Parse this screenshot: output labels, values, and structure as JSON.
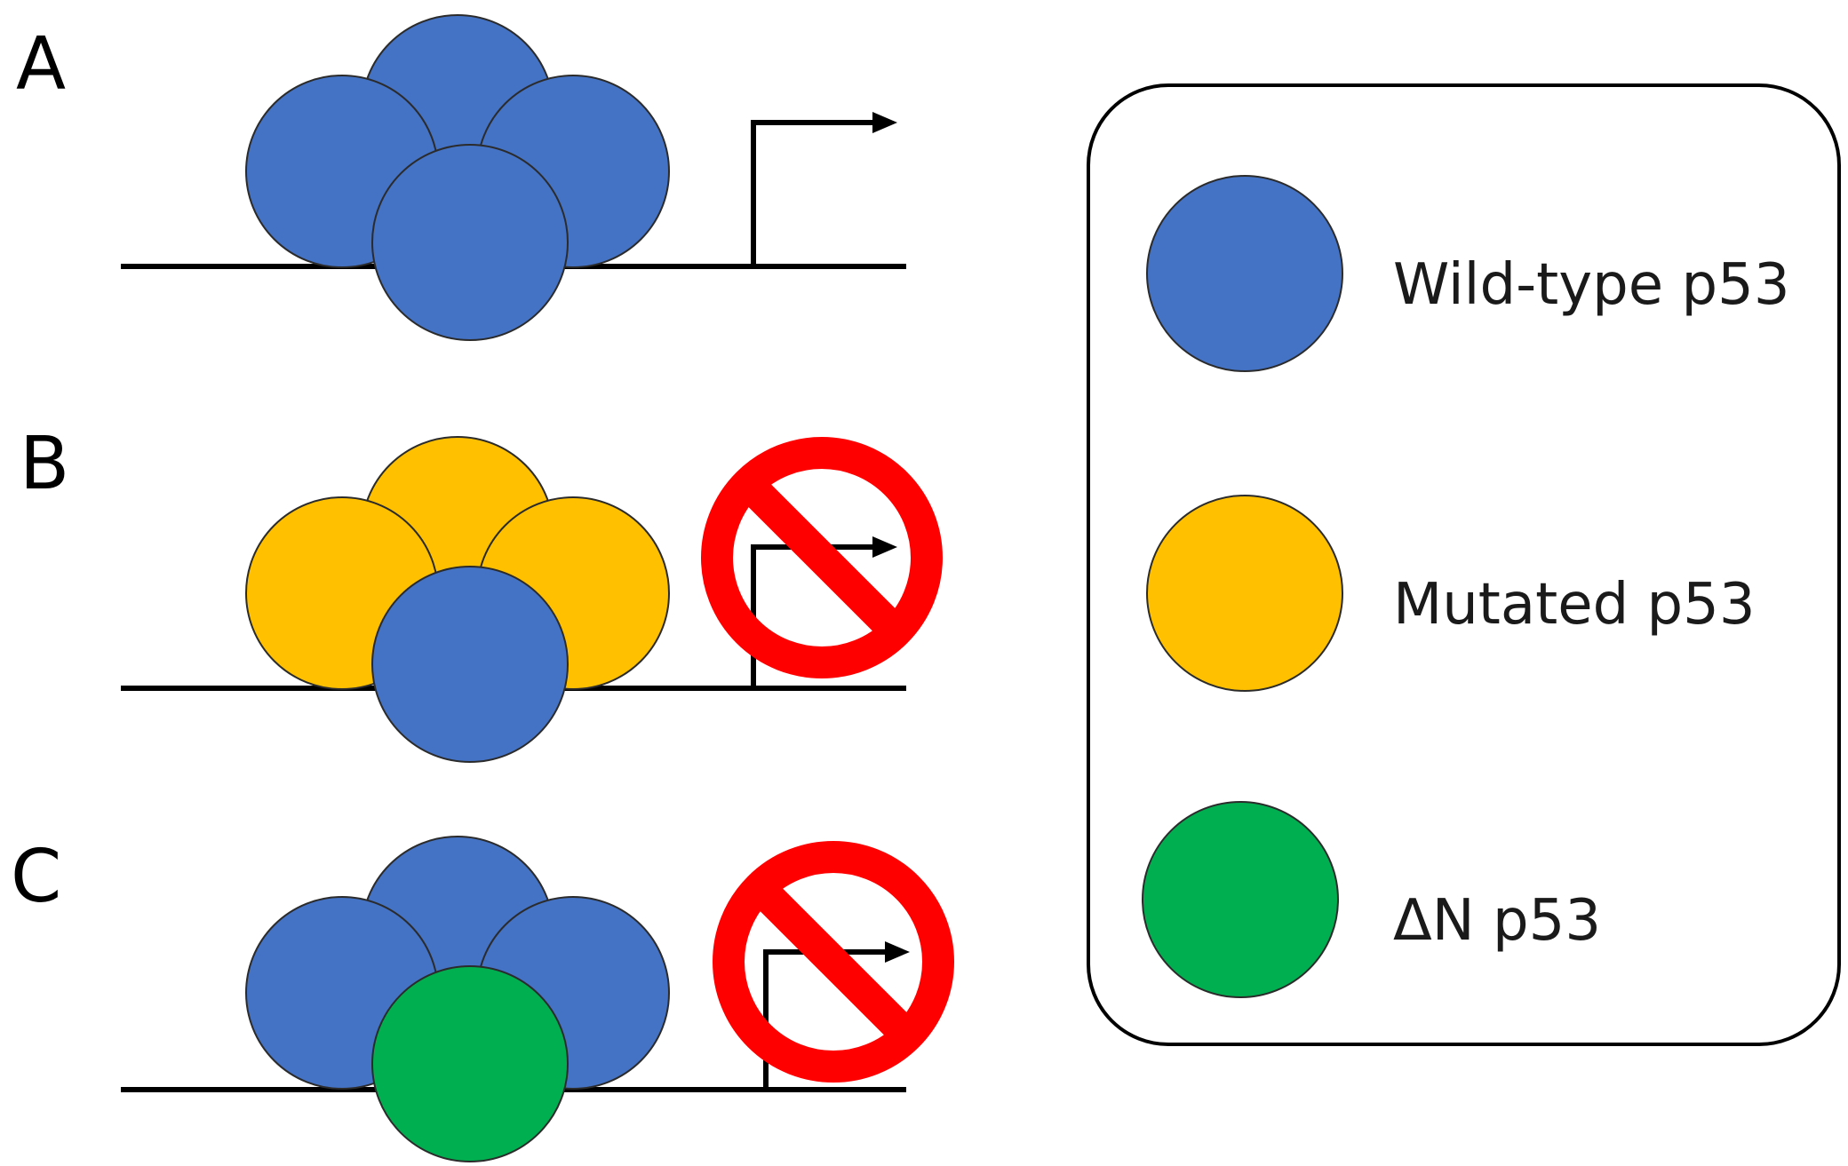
{
  "colors": {
    "wild_type": "#4472C4",
    "mutated": "#FFC000",
    "delta_n": "#00B050",
    "inhibit": "#FF0000",
    "line": "#000000"
  },
  "panels": [
    {
      "label": "A",
      "subunits": [
        "wild_type",
        "wild_type",
        "wild_type",
        "wild_type"
      ],
      "transcription": "active"
    },
    {
      "label": "B",
      "subunits": [
        "mutated",
        "mutated",
        "mutated",
        "wild_type"
      ],
      "transcription": "blocked"
    },
    {
      "label": "C",
      "subunits": [
        "wild_type",
        "wild_type",
        "wild_type",
        "delta_n"
      ],
      "transcription": "blocked"
    }
  ],
  "legend": {
    "items": [
      {
        "key": "wild_type",
        "label": "Wild-type p53"
      },
      {
        "key": "mutated",
        "label": "Mutated p53"
      },
      {
        "key": "delta_n",
        "label": "ΔN p53"
      }
    ]
  }
}
